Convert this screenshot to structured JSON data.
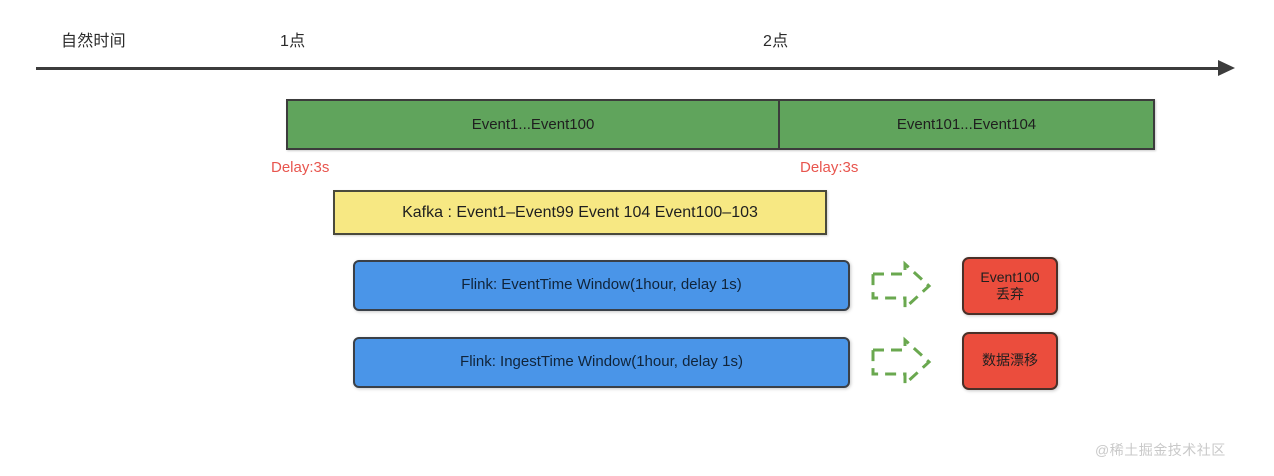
{
  "timeline": {
    "natural_time_label": "自然时间",
    "tick_1": "1点",
    "tick_2": "2点",
    "arrow_icon": "arrow-right-icon"
  },
  "event_bar": {
    "segments": [
      {
        "label": "Event1...Event100"
      },
      {
        "label": "Event101...Event104"
      }
    ],
    "color": "#60a45c"
  },
  "delays": [
    {
      "label": "Delay:3s"
    },
    {
      "label": "Delay:3s"
    }
  ],
  "kafka": {
    "label": "Kafka : Event1–Event99  Event 104  Event100–103",
    "color": "#f7e883"
  },
  "flink": [
    {
      "label": "Flink: EventTime Window(1hour, delay 1s)",
      "color": "#4a95e8"
    },
    {
      "label": "Flink: IngestTime Window(1hour, delay 1s)",
      "color": "#4a95e8"
    }
  ],
  "arrows": [
    {
      "icon": "dashed-arrow-right-icon",
      "color": "#6aa84f"
    },
    {
      "icon": "dashed-arrow-right-icon",
      "color": "#6aa84f"
    }
  ],
  "results": [
    {
      "line1": "Event100",
      "line2": "丢弃",
      "color": "#eb4d3d"
    },
    {
      "line1": "数据漂移",
      "line2": "",
      "color": "#eb4d3d"
    }
  ],
  "watermark": {
    "text": "@稀土掘金技术社区"
  },
  "colors": {
    "accent_red": "#e8554e",
    "green": "#60a45c",
    "yellow": "#f7e883",
    "blue": "#4a95e8",
    "red": "#eb4d3d",
    "axis": "#3c3c3c"
  }
}
